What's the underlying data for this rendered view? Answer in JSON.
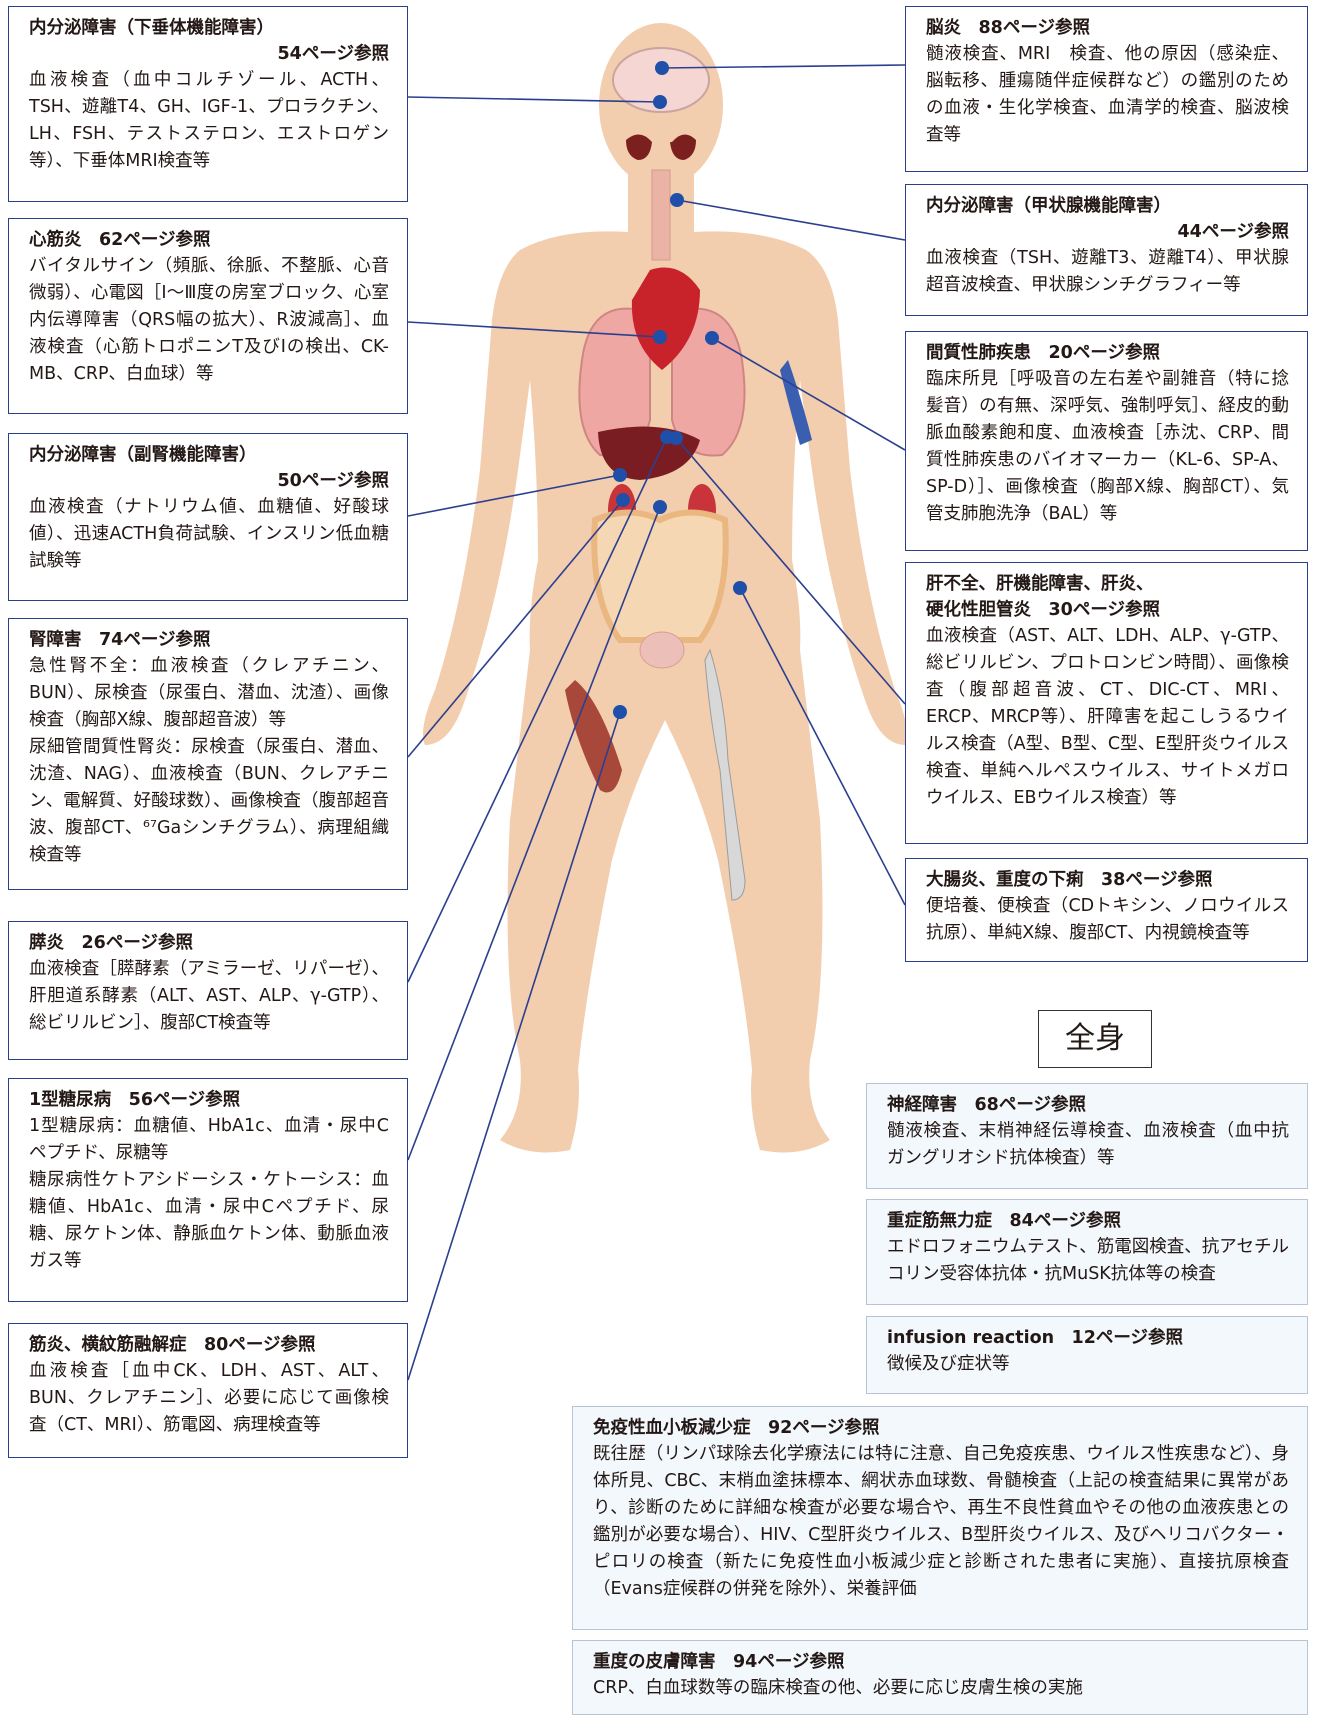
{
  "colors": {
    "border": "#2b3f8f",
    "line": "#2b3f8f",
    "dot": "#1f4fa8",
    "skin": "#f2cdae",
    "whole_box_bg": "#f3f8fc"
  },
  "whole_body_label": "全身",
  "left_boxes": [
    {
      "title": "内分泌障害（下垂体機能障害）",
      "ref": "54ページ参照",
      "body": "血液検査（血中コルチゾール、ACTH、TSH、遊離T4、GH、IGF-1、プロラクチン、LH、FSH、テストステロン、エストロゲン等）、下垂体MRI検査等"
    },
    {
      "title": "心筋炎　62ページ参照",
      "ref": "",
      "body": "バイタルサイン（頻脈、徐脈、不整脈、心音微弱）、心電図［Ⅰ〜Ⅲ度の房室ブロック、心室内伝導障害（QRS幅の拡大）、R波減高］、血液検査（心筋トロポニンT及びⅠの検出、CK-MB、CRP、白血球）等"
    },
    {
      "title": "内分泌障害（副腎機能障害）",
      "ref": "50ページ参照",
      "body": "血液検査（ナトリウム値、血糖値、好酸球値）、迅速ACTH負荷試験、インスリン低血糖試験等"
    },
    {
      "title": "腎障害　74ページ参照",
      "ref": "",
      "body": "急性腎不全：血液検査（クレアチニン、BUN）、尿検査（尿蛋白、潜血、沈渣）、画像検査（胸部X線、腹部超音波）等\n尿細管間質性腎炎：尿検査（尿蛋白、潜血、沈渣、NAG）、血液検査（BUN、クレアチニン、電解質、好酸球数）、画像検査（腹部超音波、腹部CT、⁶⁷Gaシンチグラム）、病理組織検査等"
    },
    {
      "title": "膵炎　26ページ参照",
      "ref": "",
      "body": "血液検査［膵酵素（アミラーゼ、リパーゼ）、肝胆道系酵素（ALT、AST、ALP、γ-GTP）、総ビリルビン］、腹部CT検査等"
    },
    {
      "title": "1型糖尿病　56ページ参照",
      "ref": "",
      "body": "1型糖尿病：血糖値、HbA1c、血清・尿中Cペプチド、尿糖等\n糖尿病性ケトアシドーシス・ケトーシス：血糖値、HbA1c、血清・尿中Cペプチド、尿糖、尿ケトン体、静脈血ケトン体、動脈血液ガス等"
    },
    {
      "title": "筋炎、横紋筋融解症　80ページ参照",
      "ref": "",
      "body": "血液検査［血中CK、LDH、AST、ALT、BUN、クレアチニン］、必要に応じて画像検査（CT、MRI）、筋電図、病理検査等"
    }
  ],
  "right_boxes": [
    {
      "title": "脳炎　88ページ参照",
      "ref": "",
      "body": "髄液検査、MRI　検査、他の原因（感染症、脳転移、腫瘍随伴症候群など）の鑑別のための血液・生化学検査、血清学的検査、脳波検査等"
    },
    {
      "title": "内分泌障害（甲状腺機能障害）",
      "ref": "44ページ参照",
      "body": "血液検査（TSH、遊離T3、遊離T4）、甲状腺超音波検査、甲状腺シンチグラフィー等"
    },
    {
      "title": "間質性肺疾患　20ページ参照",
      "ref": "",
      "body": "臨床所見［呼吸音の左右差や副雑音（特に捻髪音）の有無、深呼気、強制呼気］、経皮的動脈血酸素飽和度、血液検査［赤沈、CRP、間質性肺疾患のバイオマーカー（KL-6、SP-A、SP-D）］、画像検査（胸部X線、胸部CT）、気管支肺胞洗浄（BAL）等"
    },
    {
      "title": "肝不全、肝機能障害、肝炎、\n硬化性胆管炎　30ページ参照",
      "ref": "",
      "body": "血液検査（AST、ALT、LDH、ALP、γ-GTP、総ビリルビン、プロトロンビン時間）、画像検査（腹部超音波、CT、DIC-CT、MRI、ERCP、MRCP等）、肝障害を起こしうるウイルス検査（A型、B型、C型、E型肝炎ウイルス検査、単純ヘルペスウイルス、サイトメガロウイルス、EBウイルス検査）等"
    },
    {
      "title": "大腸炎、重度の下痢　38ページ参照",
      "ref": "",
      "body": "便培養、便検査（CDトキシン、ノロウイルス抗原）、単純X線、腹部CT、内視鏡検査等"
    }
  ],
  "whole_boxes": [
    {
      "title": "神経障害　68ページ参照",
      "body": "髄液検査、末梢神経伝導検査、血液検査（血中抗ガングリオシド抗体検査）等"
    },
    {
      "title": "重症筋無力症　84ページ参照",
      "body": "エドロフォニウムテスト、筋電図検査、抗アセチルコリン受容体抗体・抗MuSK抗体等の検査"
    },
    {
      "title": "infusion reaction　12ページ参照",
      "body": "徴候及び症状等"
    },
    {
      "title": "免疫性血小板減少症　92ページ参照",
      "body": "既往歴（リンパ球除去化学療法には特に注意、自己免疫疾患、ウイルス性疾患など）、身体所見、CBC、末梢血塗抹標本、網状赤血球数、骨髄検査（上記の検査結果に異常があり、診断のために詳細な検査が必要な場合や、再生不良性貧血やその他の血液疾患との鑑別が必要な場合）、HIV、C型肝炎ウイルス、B型肝炎ウイルス、及びヘリコバクター・ピロリの検査（新たに免疫性血小板減少症と診断された患者に実施）、直接抗原検査（Evans症候群の併発を除外）、栄養評価"
    },
    {
      "title": "重度の皮膚障害　94ページ参照",
      "body": "CRP、白血球数等の臨床検査の他、必要に応じ皮膚生検の実施"
    }
  ]
}
